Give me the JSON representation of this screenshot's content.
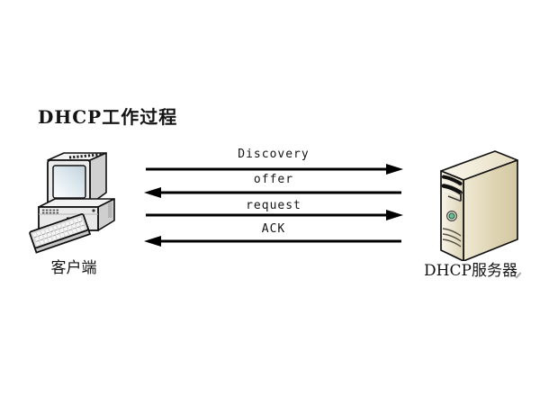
{
  "title": "DHCP工作过程",
  "client": {
    "label": "客户端",
    "type": "desktop-computer"
  },
  "server": {
    "label": "DHCP服务器",
    "type": "tower-server"
  },
  "messages": [
    {
      "label": "Discovery",
      "direction": "client-to-server"
    },
    {
      "label": "offer",
      "direction": "server-to-client"
    },
    {
      "label": "request",
      "direction": "client-to-server"
    },
    {
      "label": "ACK",
      "direction": "server-to-client"
    }
  ],
  "colors": {
    "background": "#ffffff",
    "text": "#141414",
    "arrow": "#000000",
    "computer_body": "#ececec",
    "computer_screen": "#dde8ee",
    "server_front": "#f0ead8",
    "server_side": "#d9d0ac",
    "server_button": "#6fbd96"
  }
}
